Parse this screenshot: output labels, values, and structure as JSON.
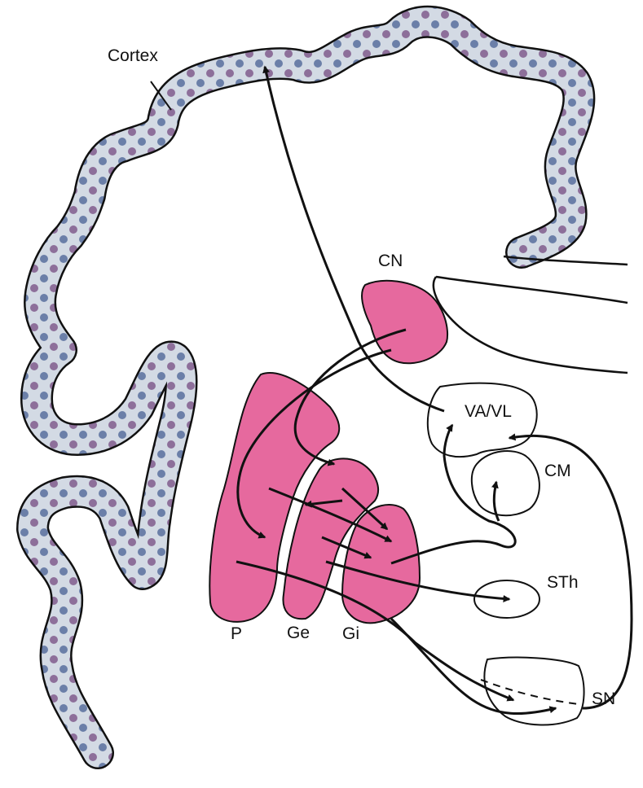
{
  "colors": {
    "background": "#ffffff",
    "outline": "#111111",
    "basal_ganglia_fill": "#e6699e",
    "cortex_fill": "#c7d0dc",
    "cortex_dots": "#6b7fa8"
  },
  "labels": {
    "cortex": "Cortex",
    "cn": "CN",
    "va_vl": "VA/VL",
    "cm": "CM",
    "sth": "STh",
    "sn": "SN",
    "p": "P",
    "ge": "Ge",
    "gi": "Gi"
  }
}
